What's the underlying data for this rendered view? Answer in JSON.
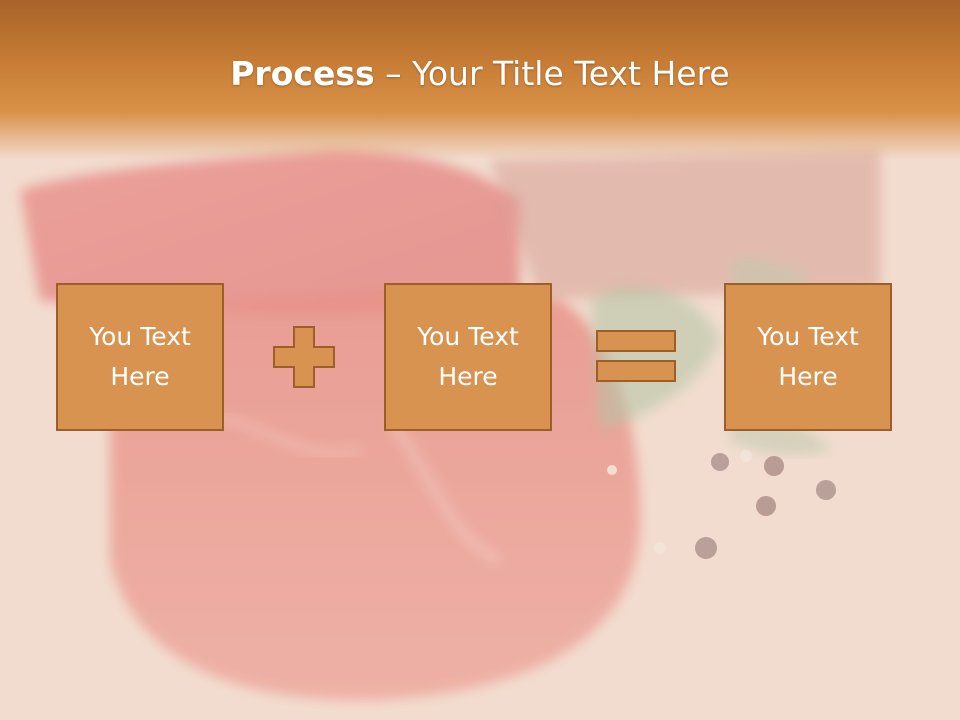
{
  "title": {
    "bold": "Process",
    "rest": " – Your Title Text Here"
  },
  "process": {
    "items": [
      {
        "text": "You Text\nHere"
      },
      {
        "text": "You Text\nHere"
      },
      {
        "text": "You Text\nHere"
      }
    ],
    "operators": [
      "plus-icon",
      "equals-icon"
    ]
  },
  "colors": {
    "header": "#c77d35",
    "box_fill": "#d89350",
    "box_border": "#9e5e28",
    "text": "#ffffff",
    "background": "#efd6c6"
  }
}
